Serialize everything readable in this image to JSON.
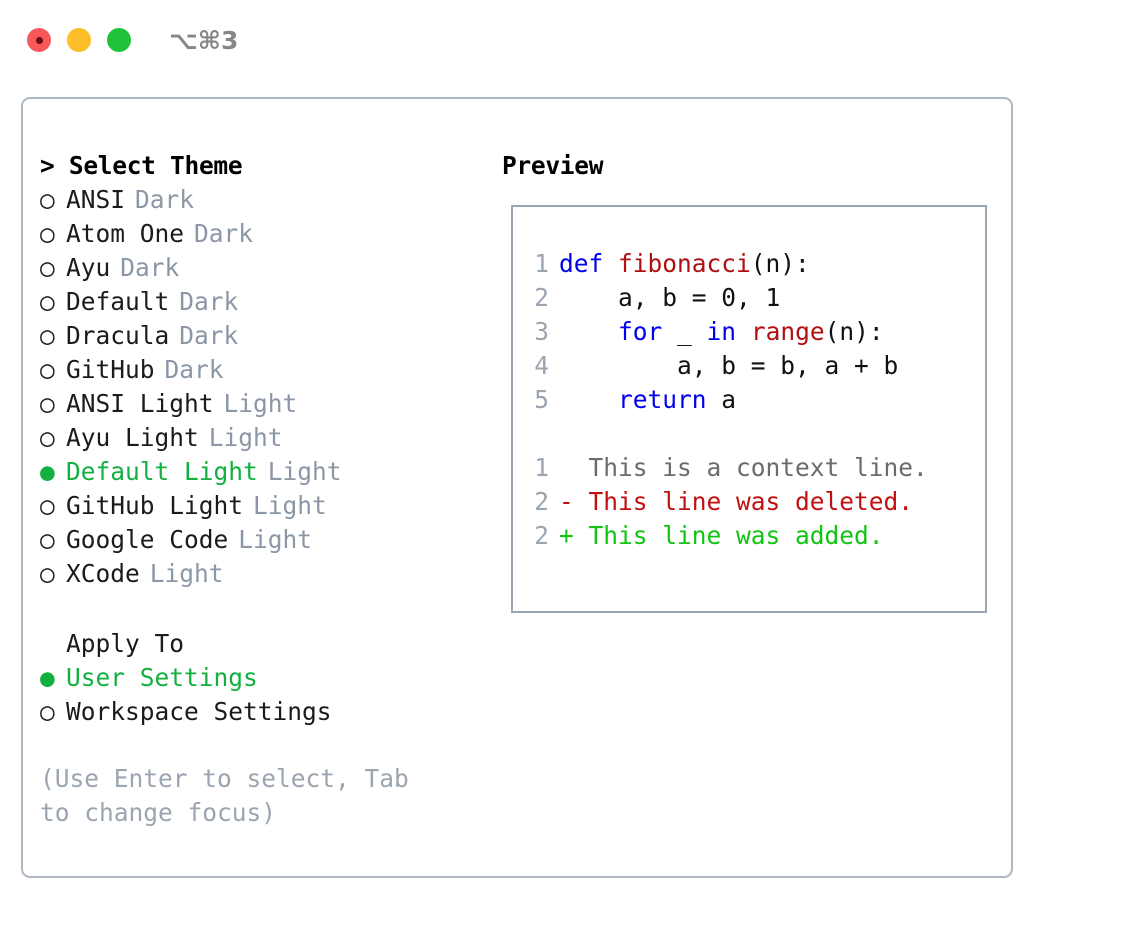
{
  "titlebar": {
    "shortcut": "⌥⌘3",
    "buttons": [
      {
        "name": "close",
        "color": "#f9585a"
      },
      {
        "name": "minimize",
        "color": "#fcbe2b"
      },
      {
        "name": "maximize",
        "color": "#1fc23a"
      }
    ]
  },
  "theme_picker": {
    "header": "> Select Theme",
    "marker_unselected": "○",
    "marker_selected": "●",
    "selected_color": "#12b03e",
    "tag_color": "#8b97a6",
    "items": [
      {
        "marker": "○",
        "name": "ANSI",
        "tag": "Dark",
        "selected": false
      },
      {
        "marker": "○",
        "name": "Atom One",
        "tag": "Dark",
        "selected": false
      },
      {
        "marker": "○",
        "name": "Ayu",
        "tag": "Dark",
        "selected": false
      },
      {
        "marker": "○",
        "name": "Default",
        "tag": "Dark",
        "selected": false
      },
      {
        "marker": "○",
        "name": "Dracula",
        "tag": "Dark",
        "selected": false
      },
      {
        "marker": "○",
        "name": "GitHub",
        "tag": "Dark",
        "selected": false
      },
      {
        "marker": "○",
        "name": "ANSI Light",
        "tag": "Light",
        "selected": false
      },
      {
        "marker": "○",
        "name": "Ayu Light",
        "tag": "Light",
        "selected": false
      },
      {
        "marker": "●",
        "name": "Default Light",
        "tag": "Light",
        "selected": true
      },
      {
        "marker": "○",
        "name": "GitHub Light",
        "tag": "Light",
        "selected": false
      },
      {
        "marker": "○",
        "name": "Google Code",
        "tag": "Light",
        "selected": false
      },
      {
        "marker": "○",
        "name": "XCode",
        "tag": "Light",
        "selected": false
      }
    ]
  },
  "apply_to": {
    "header": "Apply To",
    "items": [
      {
        "marker": "●",
        "name": "User Settings",
        "selected": true
      },
      {
        "marker": "○",
        "name": "Workspace Settings",
        "selected": false
      }
    ]
  },
  "hint": "(Use Enter to select, Tab to change focus)",
  "preview": {
    "title": "Preview",
    "code_lines": [
      {
        "num": "1",
        "tokens": [
          {
            "t": "def ",
            "c": "kw"
          },
          {
            "t": "fibonacci",
            "c": "fn"
          },
          {
            "t": "(n):",
            "c": "pl"
          }
        ]
      },
      {
        "num": "2",
        "tokens": [
          {
            "t": "    a, b = 0, 1",
            "c": "pl"
          }
        ]
      },
      {
        "num": "3",
        "tokens": [
          {
            "t": "    ",
            "c": "pl"
          },
          {
            "t": "for",
            "c": "kw"
          },
          {
            "t": " _ ",
            "c": "pl"
          },
          {
            "t": "in",
            "c": "kw"
          },
          {
            "t": " ",
            "c": "pl"
          },
          {
            "t": "range",
            "c": "fn"
          },
          {
            "t": "(n):",
            "c": "pl"
          }
        ]
      },
      {
        "num": "4",
        "tokens": [
          {
            "t": "        a, b = b, a + b",
            "c": "pl"
          }
        ]
      },
      {
        "num": "5",
        "tokens": [
          {
            "t": "    ",
            "c": "pl"
          },
          {
            "t": "return",
            "c": "kw"
          },
          {
            "t": " a",
            "c": "pl"
          }
        ]
      }
    ],
    "diff_lines": [
      {
        "num": "1",
        "sign": " ",
        "text": " This is a context line.",
        "kind": "ctx"
      },
      {
        "num": "2",
        "sign": "-",
        "text": " This line was deleted.",
        "kind": "del"
      },
      {
        "num": "2",
        "sign": "+",
        "text": " This line was added.",
        "kind": "add"
      }
    ],
    "colors": {
      "keyword": "#0000ee",
      "function": "#b01010",
      "plain": "#111111",
      "line_number": "#9aa5b1",
      "context": "#6b6b6b",
      "deleted": "#c11010",
      "added": "#11c411"
    }
  }
}
